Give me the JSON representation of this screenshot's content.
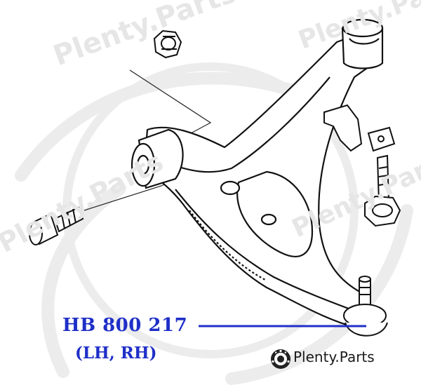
{
  "callout": {
    "part_number": "HB 800 217",
    "side": "(LH, RH)",
    "line_color": "#1f2fc8"
  },
  "brand": {
    "name": "Plenty.Parts",
    "icon": "brake-disc-logo-icon"
  },
  "watermark": {
    "text": "Plenty.Parts",
    "color": "#e6e6e6"
  }
}
